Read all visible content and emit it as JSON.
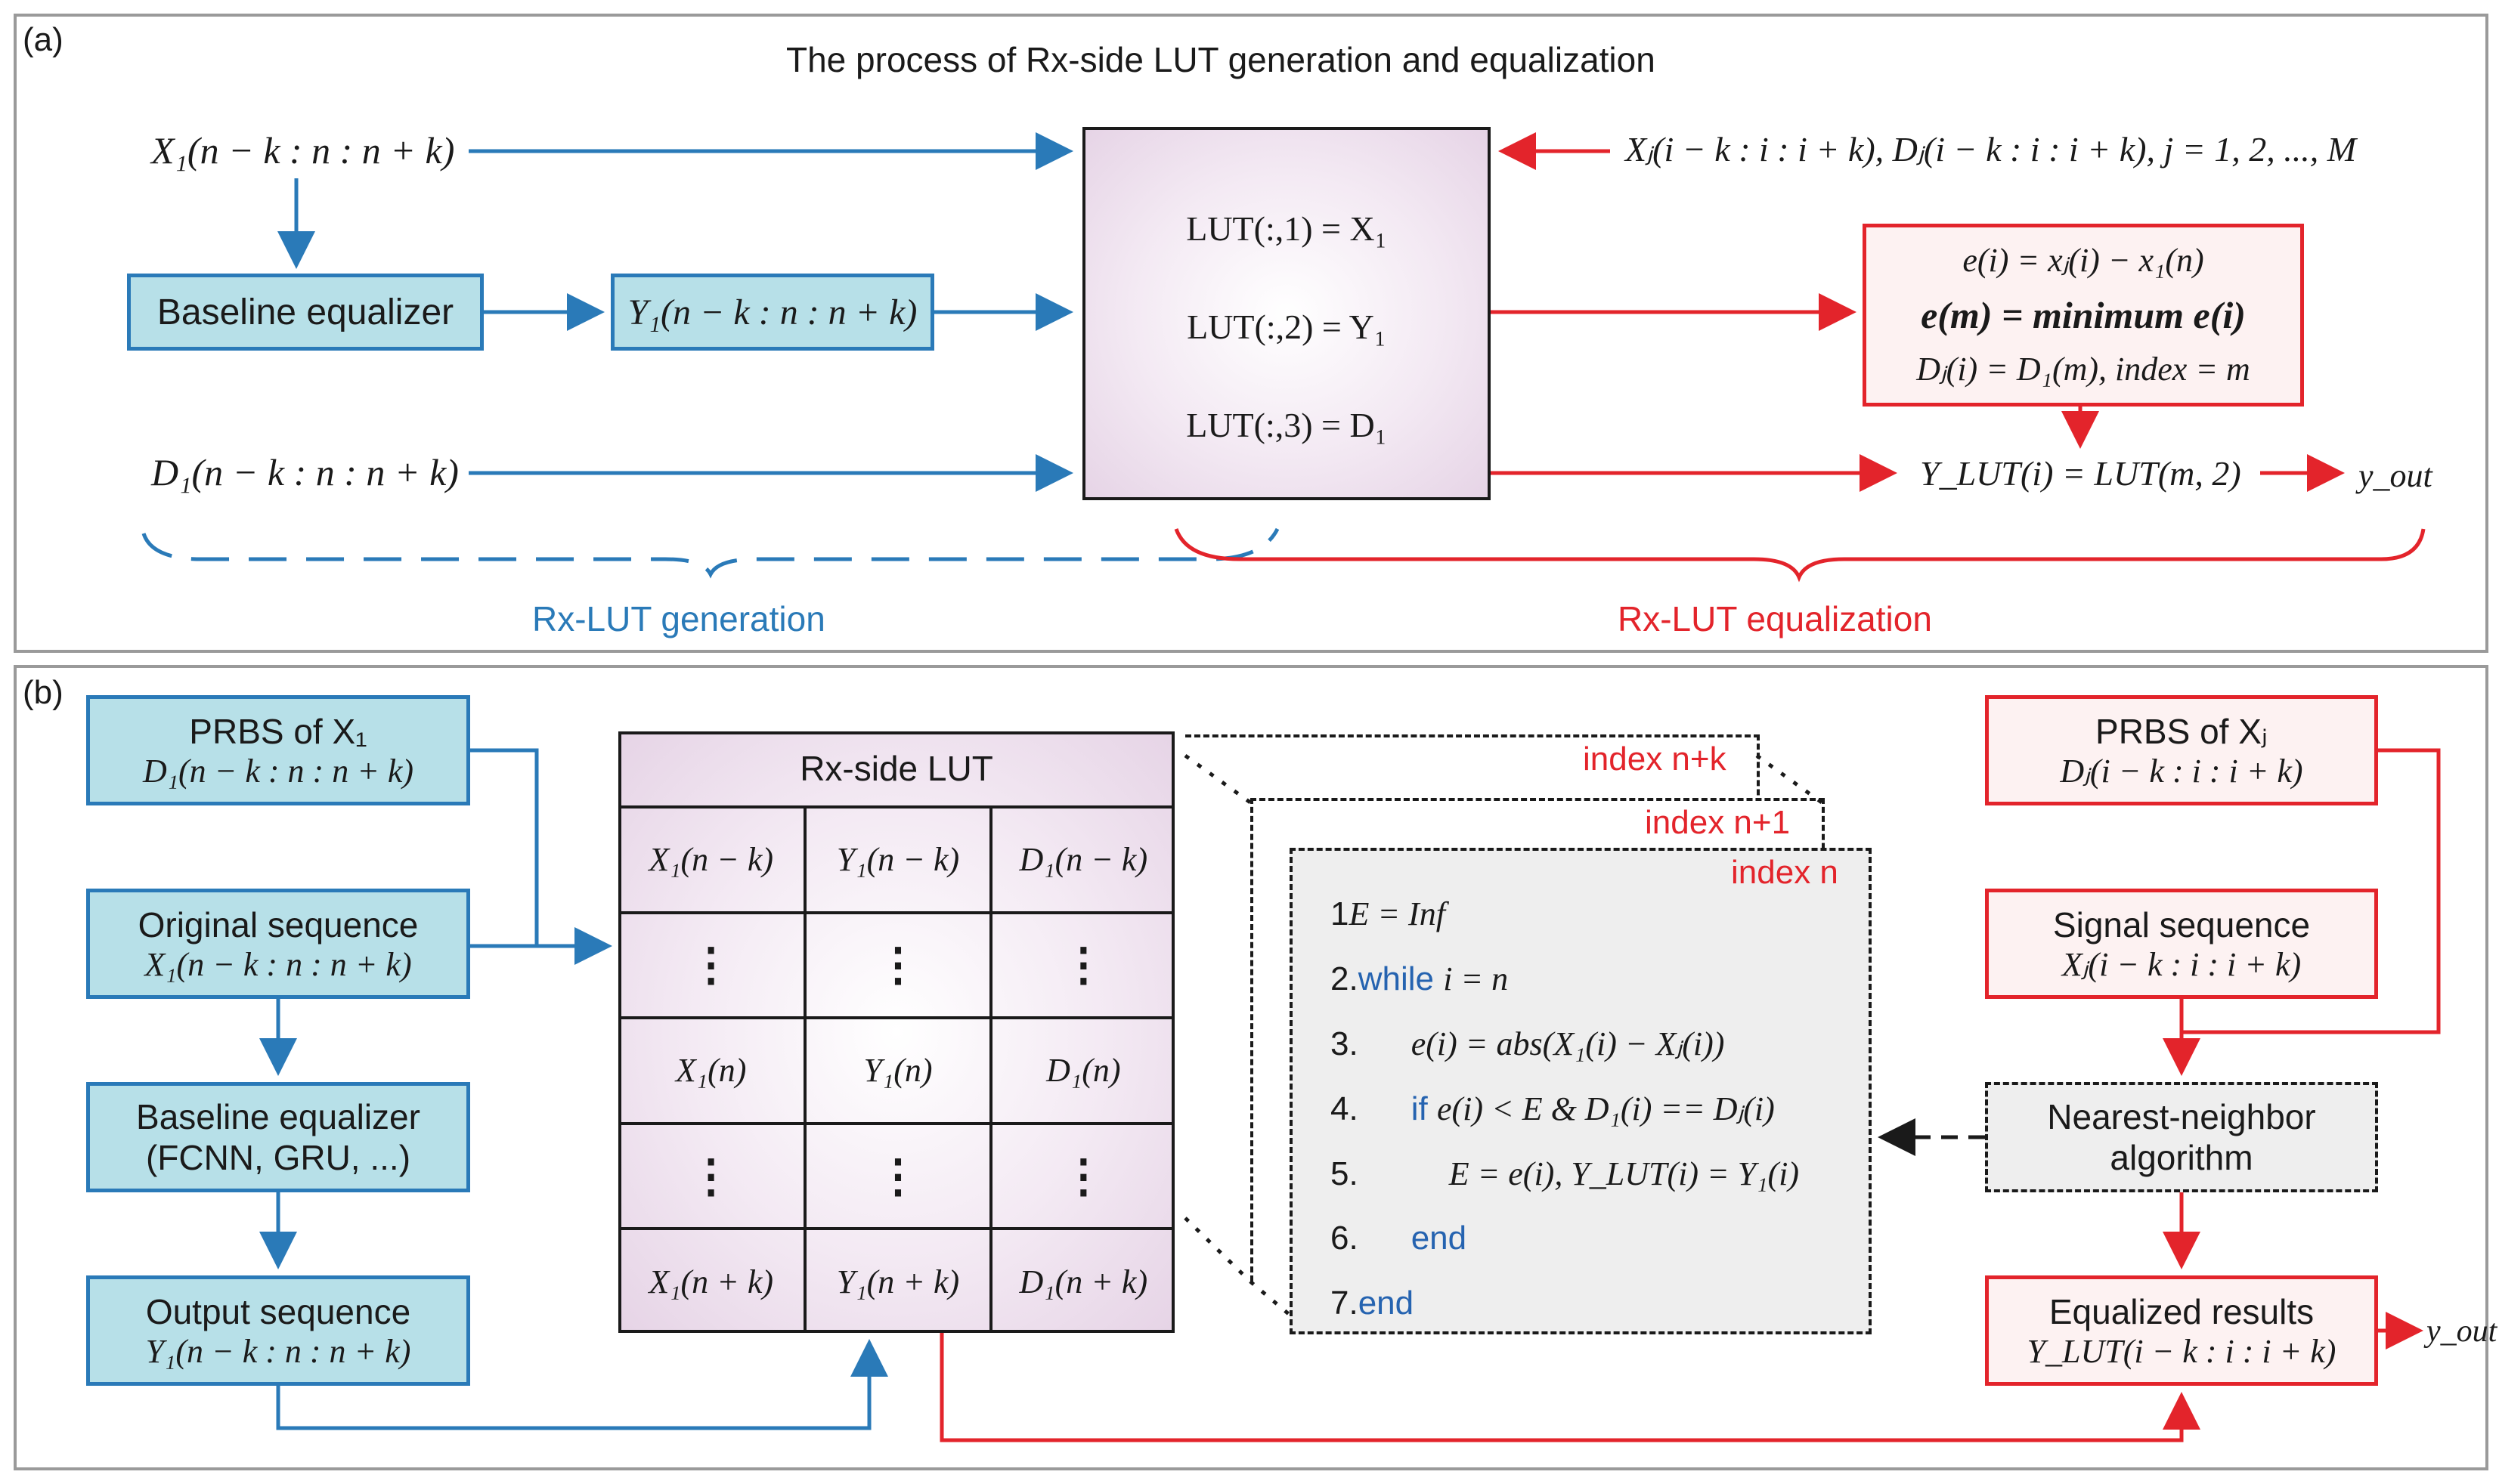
{
  "panel_a": {
    "label": "(a)",
    "title": "The process of Rx-side LUT generation and equalization",
    "input_x1": "X₁(n − k : n : n + k)",
    "input_d1": "D₁(n − k : n : n + k)",
    "baseline": "Baseline equalizer",
    "y1_box": "Y₁(n − k : n : n + k)",
    "lut_lines": [
      "LUT(:,1) = X₁",
      "LUT(:,2) = Y₁",
      "LUT(:,3) = D₁"
    ],
    "rx_input": "Xⱼ(i − k : i : i + k), Dⱼ(i − k : i : i + k), j = 1, 2, ..., M",
    "err_lines": [
      "e(i) = xⱼ(i) − x₁(n)",
      "e(m) = minimum e(i)",
      "Dⱼ(i) = D₁(m), index = m"
    ],
    "ylut": "Y_LUT(i) = LUT(m, 2)",
    "yout": "y_out",
    "gen_label": "Rx-LUT generation",
    "eq_label": "Rx-LUT equalization"
  },
  "panel_b": {
    "label": "(b)",
    "prbs_x1": [
      "PRBS of X₁",
      "D₁(n − k : n : n + k)"
    ],
    "orig_seq": [
      "Original sequence",
      "X₁(n − k : n : n + k)"
    ],
    "baseline": [
      "Baseline equalizer",
      "(FCNN, GRU, ...)"
    ],
    "output_seq": [
      "Output sequence",
      "Y₁(n − k : n : n + k)"
    ],
    "lut_title": "Rx-side LUT",
    "lut_rows": [
      [
        "X₁(n − k)",
        "Y₁(n − k)",
        "D₁(n − k)"
      ],
      [
        "⋮",
        "⋮",
        "⋮"
      ],
      [
        "X₁(n)",
        "Y₁(n)",
        "D₁(n)"
      ],
      [
        "⋮",
        "⋮",
        "⋮"
      ],
      [
        "X₁(n + k)",
        "Y₁(n + k)",
        "D₁(n + k)"
      ]
    ],
    "index_labels": [
      "index n+k",
      "index n+1",
      "index n"
    ],
    "algo": [
      {
        "num": "1",
        "kw": "",
        "body": "E = Inf"
      },
      {
        "num": "2.",
        "kw": "while",
        "body": "i = n"
      },
      {
        "num": "3.",
        "kw": "",
        "body": "e(i) = abs(X₁(i) − Xⱼ(i))"
      },
      {
        "num": "4.",
        "kw": "if",
        "body": "e(i) < E & D₁(i) == Dⱼ(i)"
      },
      {
        "num": "5.",
        "kw": "",
        "body": "E = e(i), Y_LUT(i) = Y₁(i)"
      },
      {
        "num": "6.",
        "kw": "end",
        "body": ""
      },
      {
        "num": "7.",
        "kw": "end",
        "body": ""
      }
    ],
    "prbs_xj": [
      "PRBS of Xⱼ",
      "Dⱼ(i − k : i : i + k)"
    ],
    "signal_seq": [
      "Signal sequence",
      "Xⱼ(i − k : i : i + k)"
    ],
    "nn_algo": [
      "Nearest-neighbor",
      "algorithm"
    ],
    "eq_results": [
      "Equalized results",
      "Y_LUT(i − k : i : i + k)"
    ],
    "yout": "y_out"
  },
  "colors": {
    "blue": "#2a7ab8",
    "red": "#e3242b",
    "box_fill": "#b7e0e8",
    "lut_fill": "#f0e2f0"
  }
}
